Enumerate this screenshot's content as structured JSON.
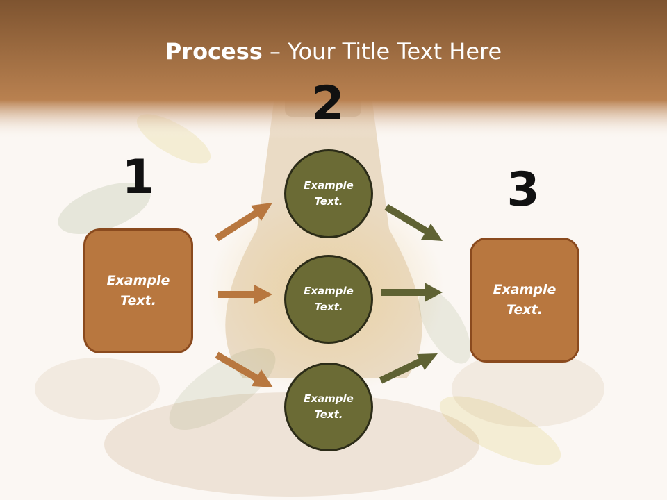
{
  "title": {
    "bold": "Process",
    "dash": " – ",
    "rest": "Your Title Text Here"
  },
  "steps": [
    {
      "number": "1",
      "text": "Example Text."
    },
    {
      "number": "2",
      "items": [
        "Example Text.",
        "Example Text.",
        "Example Text."
      ]
    },
    {
      "number": "3",
      "text": "Example Text."
    }
  ],
  "colors": {
    "header": "#b07a48",
    "box_fill": "#b8773f",
    "box_border": "#8a4a1e",
    "circle_fill": "#6b6b35",
    "circle_border": "#2c2c18",
    "arrow_brown": "#b8773f",
    "arrow_olive": "#5f6233"
  }
}
